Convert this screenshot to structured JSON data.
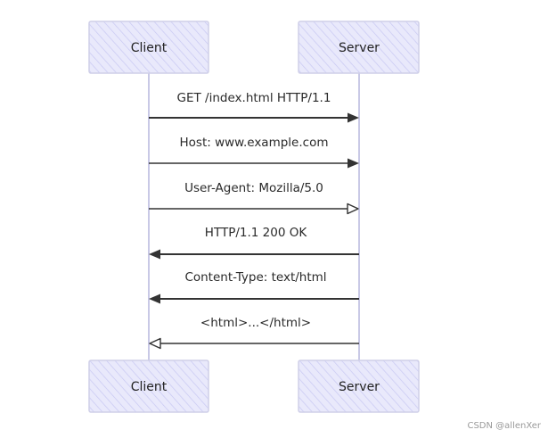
{
  "actors": {
    "client": {
      "label": "Client"
    },
    "server": {
      "label": "Server"
    }
  },
  "messages": [
    {
      "text": "GET /index.html HTTP/1.1",
      "from": "client",
      "to": "server",
      "arrowhead": "filled"
    },
    {
      "text": "Host: www.example.com",
      "from": "client",
      "to": "server",
      "arrowhead": "filled"
    },
    {
      "text": "User-Agent: Mozilla/5.0",
      "from": "client",
      "to": "server",
      "arrowhead": "open"
    },
    {
      "text": "HTTP/1.1 200 OK",
      "from": "server",
      "to": "client",
      "arrowhead": "filled"
    },
    {
      "text": "Content-Type: text/html",
      "from": "server",
      "to": "client",
      "arrowhead": "filled"
    },
    {
      "text": "<html>...</html>",
      "from": "server",
      "to": "client",
      "arrowhead": "open"
    }
  ],
  "colors": {
    "actor_fill": "#e9e9fb",
    "actor_hatch": "#c7c7f2",
    "actor_border": "#cfcfe8",
    "lifeline": "#c9c9e6",
    "arrow": "#333333"
  },
  "watermark": "CSDN @allenXer"
}
